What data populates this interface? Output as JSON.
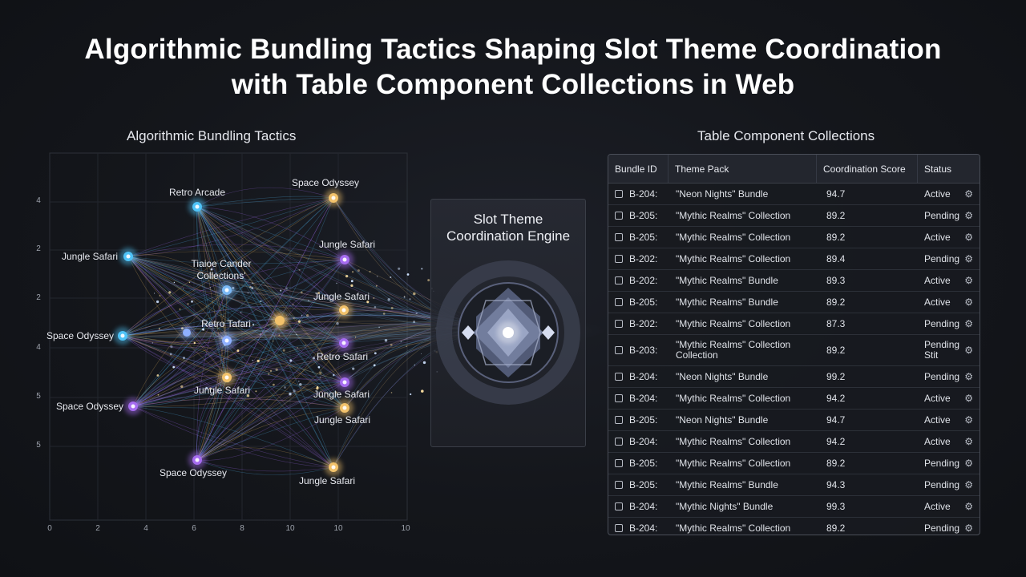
{
  "title": {
    "line1": "Algorithmic Bundling Tactics Shaping Slot Theme Coordination",
    "line2": "with Table Component Collections in Web"
  },
  "left_panel": {
    "title": "Algorithmic Bundling Tactics",
    "y_ticks": [
      "4",
      "2",
      "2",
      "4",
      "5",
      "5"
    ],
    "x_ticks": [
      "0",
      "2",
      "4",
      "6",
      "8",
      "10",
      "10",
      "10"
    ],
    "nodes": [
      {
        "id": "n1",
        "label": "Retro Arcade",
        "color": "#4fc3f7"
      },
      {
        "id": "n2",
        "label": "Space Odyssey",
        "color": "#f2c26b"
      },
      {
        "id": "n3",
        "label": "Jungle Safari",
        "color": "#4fc3f7"
      },
      {
        "id": "n4",
        "label": "Jungle Safari",
        "color": "#a66cf0"
      },
      {
        "id": "n5",
        "label": "Tiaioe Cander Collections'",
        "color": "#7ab8f5"
      },
      {
        "id": "n6",
        "label": "Jungle Safari",
        "color": "#f2c26b"
      },
      {
        "id": "n7",
        "label": "Space Odyssey",
        "color": "#4fc3f7"
      },
      {
        "id": "n8",
        "label": "Retro Tafari",
        "color": "#8fb0ff"
      },
      {
        "id": "n9",
        "label": "Jungle Safari",
        "color": "#f2c26b"
      },
      {
        "id": "n10",
        "label": "Retro Safari",
        "color": "#a66cf0"
      },
      {
        "id": "n11",
        "label": "Jungle Safari",
        "color": "#f2c26b"
      },
      {
        "id": "n12",
        "label": "Jungle Safari",
        "color": "#a66cf0"
      },
      {
        "id": "n13",
        "label": "Space Odyssey",
        "color": "#a66cf0"
      },
      {
        "id": "n14",
        "label": "Jungle Safari",
        "color": "#f2c26b"
      },
      {
        "id": "n15",
        "label": "Space Odyssey",
        "color": "#a66cf0"
      },
      {
        "id": "n16",
        "label": "Jungle Safari",
        "color": "#f2c26b"
      }
    ]
  },
  "engine": {
    "title_line1": "Slot Theme",
    "title_line2": "Coordination Engine"
  },
  "right_panel": {
    "title": "Table Component Collections",
    "columns": [
      "Bundle ID",
      "Theme Pack",
      "Coordination Score",
      "Status"
    ],
    "rows": [
      {
        "id": "B-204:",
        "pack": "\"Neon Nights\" Bundle",
        "score": "94.7",
        "status": "Active"
      },
      {
        "id": "B-205:",
        "pack": "\"Mythic Realms\" Collection",
        "score": "89.2",
        "status": "Pending"
      },
      {
        "id": "B-205:",
        "pack": "\"Mythic Realms\" Collection",
        "score": "89.2",
        "status": "Active"
      },
      {
        "id": "B-202:",
        "pack": "\"Mythic Realms\" Collection",
        "score": "89.4",
        "status": "Pending"
      },
      {
        "id": "B-202:",
        "pack": "\"Mythic Realms\" Bundle",
        "score": "89.3",
        "status": "Active"
      },
      {
        "id": "B-205:",
        "pack": "\"Mythic Realms\" Bundle",
        "score": "89.2",
        "status": "Active"
      },
      {
        "id": "B-202:",
        "pack": "\"Mythic Realms\" Collection",
        "score": "87.3",
        "status": "Pending"
      },
      {
        "id": "B-203:",
        "pack": "\"Mythic Realms\" Collection Collection",
        "score": "89.2",
        "status": "Pending Stit",
        "tall": true
      },
      {
        "id": "B-204:",
        "pack": "\"Neon Nights\" Bundle",
        "score": "99.2",
        "status": "Pending"
      },
      {
        "id": "B-204:",
        "pack": "\"Mythic Realms\" Collection",
        "score": "94.2",
        "status": "Active"
      },
      {
        "id": "B-205:",
        "pack": "\"Neon Nights\" Bundle",
        "score": "94.7",
        "status": "Active"
      },
      {
        "id": "B-204:",
        "pack": "\"Mythic Realms\" Collection",
        "score": "94.2",
        "status": "Active"
      },
      {
        "id": "B-205:",
        "pack": "\"Mythic Realms\" Collection",
        "score": "89.2",
        "status": "Pending"
      },
      {
        "id": "B-205:",
        "pack": "\"Mythic Realms\" Bundle",
        "score": "94.3",
        "status": "Pending"
      },
      {
        "id": "B-204:",
        "pack": "\"Mythic Nights\" Bundle",
        "score": "99.3",
        "status": "Active"
      },
      {
        "id": "B-204:",
        "pack": "\"Mythic Realms\" Collection",
        "score": "89.2",
        "status": "Pending"
      }
    ]
  }
}
